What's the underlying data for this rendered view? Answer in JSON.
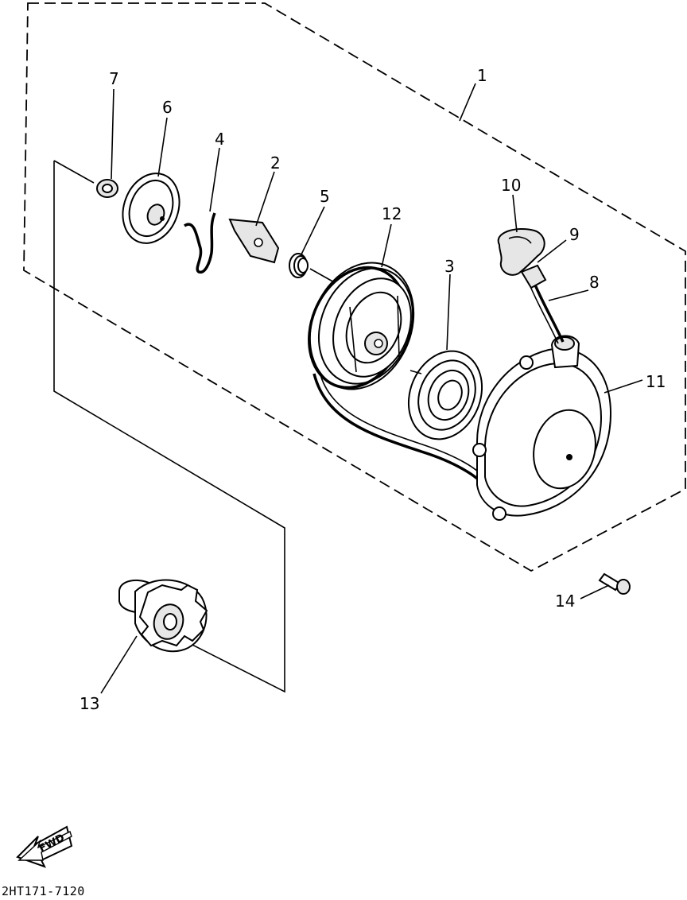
{
  "callouts": [
    {
      "id": "1",
      "text": "1"
    },
    {
      "id": "2",
      "text": "2"
    },
    {
      "id": "3",
      "text": "3"
    },
    {
      "id": "4",
      "text": "4"
    },
    {
      "id": "5",
      "text": "5"
    },
    {
      "id": "6",
      "text": "6"
    },
    {
      "id": "7",
      "text": "7"
    },
    {
      "id": "8",
      "text": "8"
    },
    {
      "id": "9",
      "text": "9"
    },
    {
      "id": "10",
      "text": "10"
    },
    {
      "id": "11",
      "text": "11"
    },
    {
      "id": "12",
      "text": "12"
    },
    {
      "id": "13",
      "text": "13"
    },
    {
      "id": "14",
      "text": "14"
    }
  ],
  "fwd_label": "FWD",
  "diagram_code": "2HT171-7120"
}
